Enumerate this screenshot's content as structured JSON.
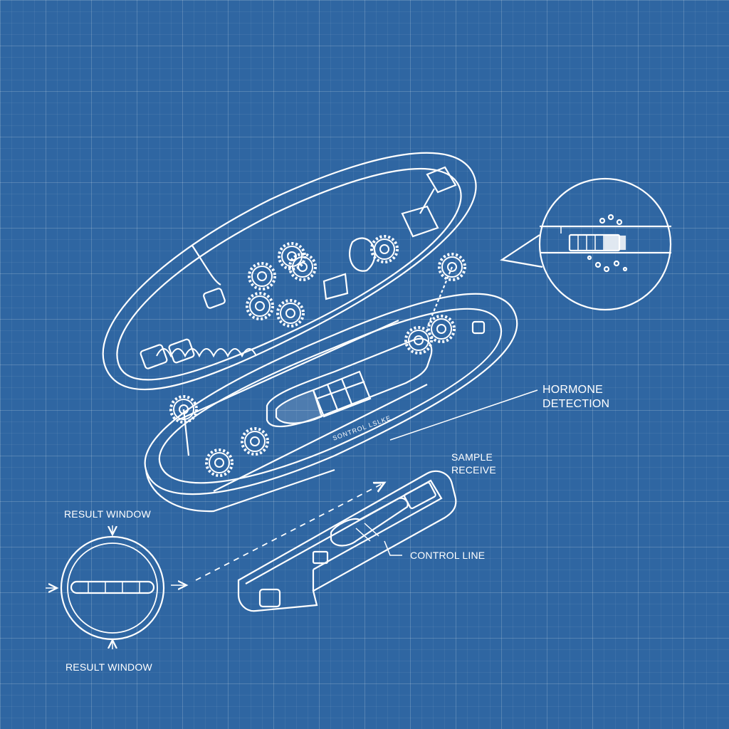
{
  "colors": {
    "background": "#2f66a2",
    "grid": "#4a7cb3",
    "line": "#ffffff"
  },
  "labels": {
    "hormone_detection_1": "HORMONE",
    "hormone_detection_2": "DETECTION",
    "sample_receive_1": "SAMPLE",
    "sample_receive_2": "RECEIVE",
    "control_line": "CONTROL LINE",
    "result_window_top": "RESULT WINDOW",
    "result_window_bottom": "RESULT WINDOW",
    "display_text": "SONTROL LSLKE"
  }
}
